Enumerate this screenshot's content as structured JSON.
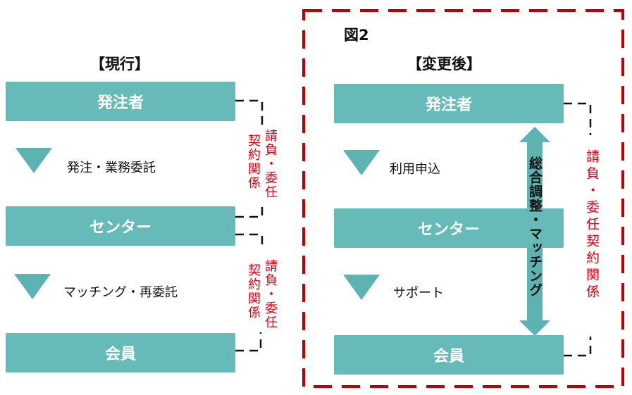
{
  "current": {
    "title": "【現行】",
    "nodes": [
      "発注者",
      "センター",
      "会員"
    ],
    "flows": [
      "発注・業務委託",
      "マッチング・再委託"
    ],
    "relation_line1": "請負・委任",
    "relation_line2": "契約関係"
  },
  "changed": {
    "figure_label": "図2",
    "title": "【変更後】",
    "nodes": [
      "発注者",
      "センター",
      "会員"
    ],
    "flows": [
      "利用申込",
      "サポート"
    ],
    "arrow_label": "総合調整・マッチング",
    "relation": "請負・委任契約関係"
  },
  "colors": {
    "teal": "#66bab8",
    "red_text": "#e00010",
    "frame": "#c00000"
  }
}
